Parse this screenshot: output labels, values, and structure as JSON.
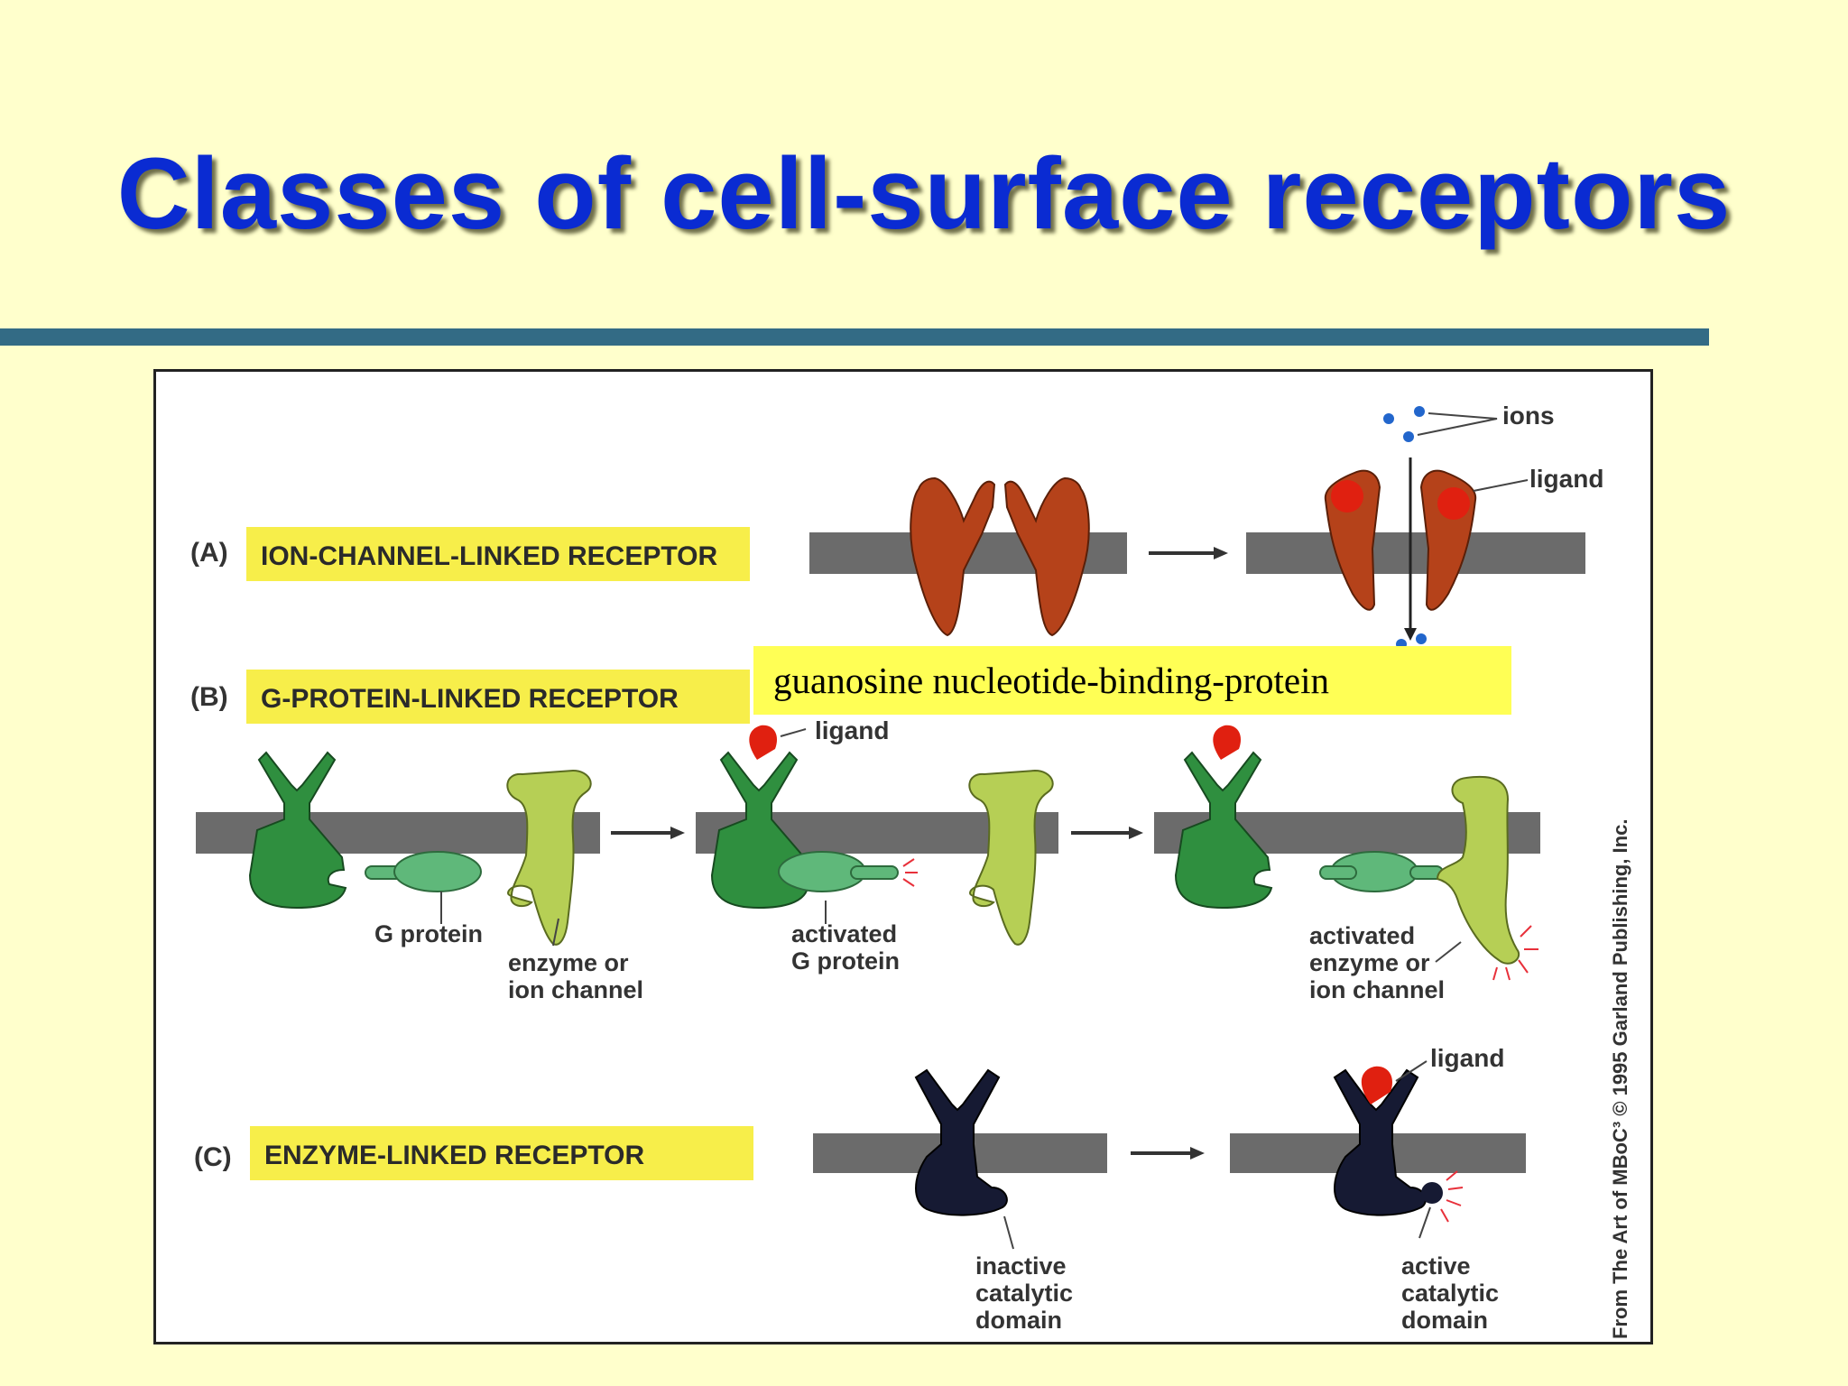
{
  "slide": {
    "title": "Classes of cell-surface receptors",
    "background_color": "#ffffcc",
    "title_color": "#0a2bd2",
    "rule_color": "#336b85"
  },
  "figure": {
    "panel_a": {
      "letter": "(A)",
      "label": "ION-CHANNEL-LINKED RECEPTOR",
      "ions_label": "ions",
      "ligand_label": "ligand"
    },
    "panel_b": {
      "letter": "(B)",
      "label": "G-PROTEIN-LINKED RECEPTOR",
      "ligand_label": "ligand",
      "g_protein_label": "G protein",
      "enzyme_label_1": "enzyme or",
      "enzyme_label_2": "ion channel",
      "activated_g_label_1": "activated",
      "activated_g_label_2": "G protein",
      "activated_enzyme_label_1": "activated",
      "activated_enzyme_label_2": "enzyme or",
      "activated_enzyme_label_3": "ion channel"
    },
    "panel_c": {
      "letter": "(C)",
      "label": "ENZYME-LINKED RECEPTOR",
      "ligand_label": "ligand",
      "inactive_label_1": "inactive",
      "inactive_label_2": "catalytic",
      "inactive_label_3": "domain",
      "active_label_1": "active",
      "active_label_2": "catalytic",
      "active_label_3": "domain"
    },
    "credit": "From The Art of MBoC³ © 1995 Garland Publishing, Inc.",
    "colors": {
      "membrane": "#6b6b6b",
      "label_box": "#f7ee4a",
      "ion_channel": "#b5421a",
      "ligand": "#e02010",
      "ion": "#2266cc",
      "receptor_green": "#2f8f3f",
      "g_protein": "#5fb87a",
      "enzyme": "#b6cf55",
      "enzyme_receptor": "#161a33",
      "activation_marks": "#e8303a"
    }
  },
  "overlay": {
    "text": "guanosine nucleotide-binding-protein",
    "color": "#ffff55"
  }
}
